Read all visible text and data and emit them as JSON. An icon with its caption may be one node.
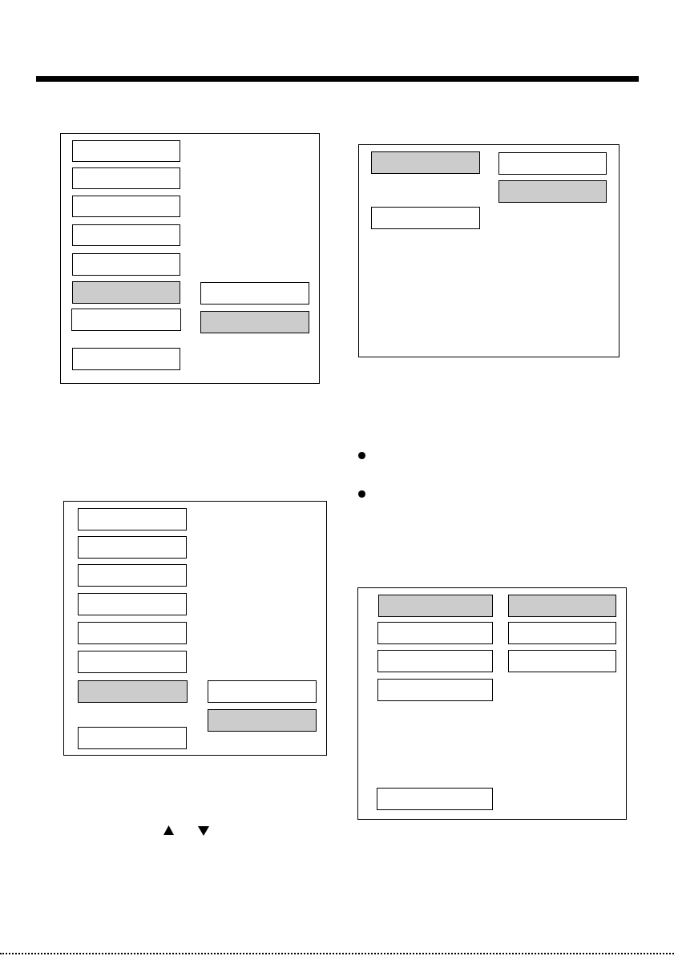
{
  "diagram": {
    "nodes": [
      {
        "text": [],
        "shape": "box"
      },
      {
        "text": [],
        "shape": "box",
        "in": 0
      },
      {
        "text": [],
        "shape": "box",
        "in": 0
      },
      {
        "text": [],
        "shape": "box",
        "in": 0
      },
      {
        "text": [],
        "shape": "box",
        "in": 0
      },
      {
        "text": [],
        "shape": "box",
        "in": 0
      },
      {
        "text": [],
        "shape": "box",
        "in": 0
      },
      {
        "text": [],
        "shape": "box",
        "in": 0
      },
      {
        "text": [],
        "shape": "box",
        "in": 0
      },
      {
        "text": [],
        "shape": "box",
        "in": 0
      },
      {
        "text": [],
        "shape": "box",
        "in": 0
      },
      {
        "text": [],
        "shape": "box"
      },
      {
        "text": [],
        "shape": "box",
        "in": 11
      },
      {
        "text": [],
        "shape": "box",
        "in": 11
      },
      {
        "text": [],
        "shape": "box",
        "in": 11
      },
      {
        "text": [],
        "shape": "box",
        "in": 11
      },
      {
        "text": [],
        "shape": "box",
        "in": 11
      },
      {
        "text": [],
        "shape": "box",
        "in": 11
      },
      {
        "text": [],
        "shape": "box",
        "in": 11
      },
      {
        "text": [],
        "shape": "box",
        "in": 11
      },
      {
        "text": [],
        "shape": "box",
        "in": 11
      },
      {
        "text": [],
        "shape": "box",
        "in": 11
      },
      {
        "text": [],
        "shape": "box"
      },
      {
        "text": [],
        "shape": "box",
        "in": 22
      },
      {
        "text": [],
        "shape": "box",
        "in": 22
      },
      {
        "text": [],
        "shape": "box",
        "in": 22
      },
      {
        "text": [],
        "shape": "box",
        "in": 22
      },
      {
        "text": [],
        "shape": "box"
      },
      {
        "text": [],
        "shape": "box",
        "in": 27
      },
      {
        "text": [],
        "shape": "box",
        "in": 27
      },
      {
        "text": [],
        "shape": "box",
        "in": 27
      },
      {
        "text": [],
        "shape": "box",
        "in": 27
      },
      {
        "text": [],
        "shape": "box",
        "in": 27
      },
      {
        "text": [],
        "shape": "box",
        "in": 27
      },
      {
        "text": [],
        "shape": "box",
        "in": 27
      },
      {
        "text": [],
        "shape": "box",
        "in": 27
      }
    ]
  }
}
